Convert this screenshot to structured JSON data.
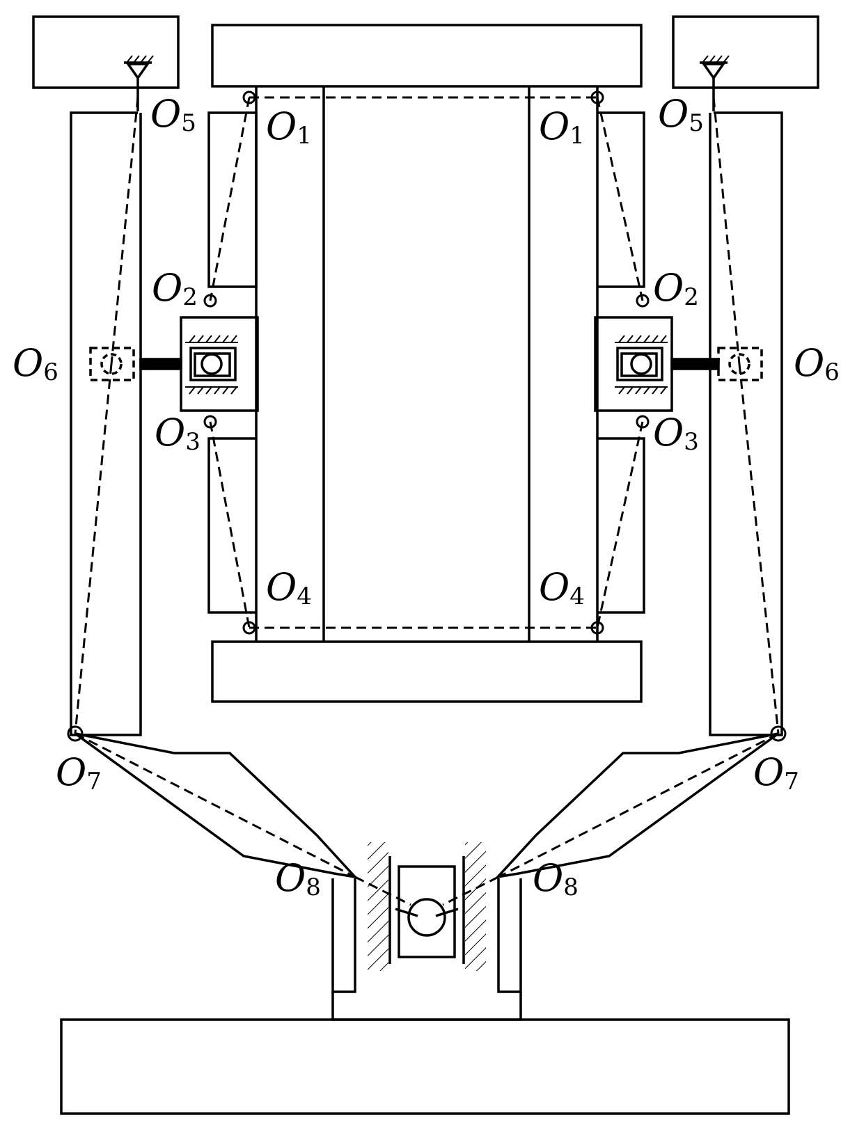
{
  "diagram": {
    "stroke_color": "#000000",
    "background_color": "#ffffff",
    "labels": {
      "O1_left": {
        "base": "O",
        "sub": "1"
      },
      "O1_right": {
        "base": "O",
        "sub": "1"
      },
      "O2_left": {
        "base": "O",
        "sub": "2"
      },
      "O2_right": {
        "base": "O",
        "sub": "2"
      },
      "O3_left": {
        "base": "O",
        "sub": "3"
      },
      "O3_right": {
        "base": "O",
        "sub": "3"
      },
      "O4_left": {
        "base": "O",
        "sub": "4"
      },
      "O4_right": {
        "base": "O",
        "sub": "4"
      },
      "O5_left": {
        "base": "O",
        "sub": "5"
      },
      "O5_right": {
        "base": "O",
        "sub": "5"
      },
      "O6_left": {
        "base": "O",
        "sub": "6"
      },
      "O6_right": {
        "base": "O",
        "sub": "6"
      },
      "O7_left": {
        "base": "O",
        "sub": "7"
      },
      "O7_right": {
        "base": "O",
        "sub": "7"
      },
      "O8_left": {
        "base": "O",
        "sub": "8"
      },
      "O8_right": {
        "base": "O",
        "sub": "8"
      }
    }
  }
}
